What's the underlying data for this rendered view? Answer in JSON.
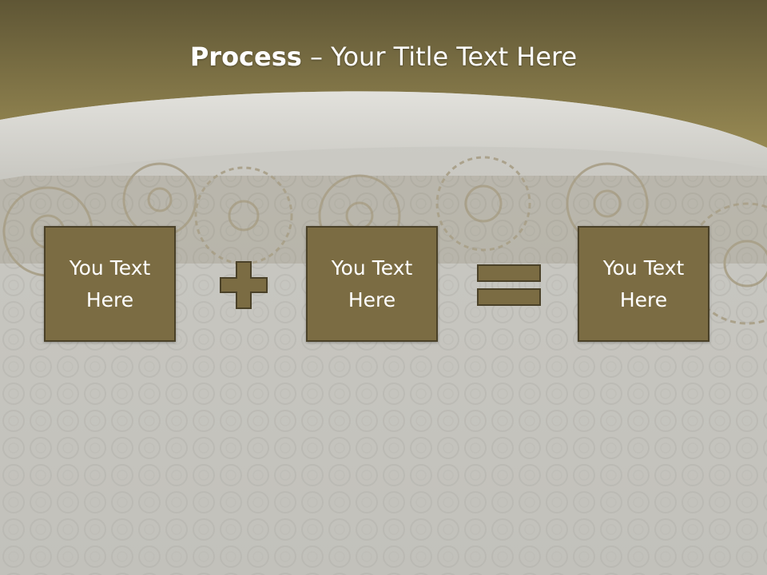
{
  "slide": {
    "title_bold": "Process",
    "title_rest": " – Your Title Text Here",
    "boxes": [
      {
        "text": "You Text Here"
      },
      {
        "text": "You Text Here"
      },
      {
        "text": "You Text Here"
      }
    ],
    "operators": [
      "plus-icon",
      "equals-icon"
    ],
    "colors": {
      "header": "#6f6440",
      "box_fill": "#7b6c43",
      "box_border": "#4a4128",
      "background": "#c9c8c2"
    }
  }
}
